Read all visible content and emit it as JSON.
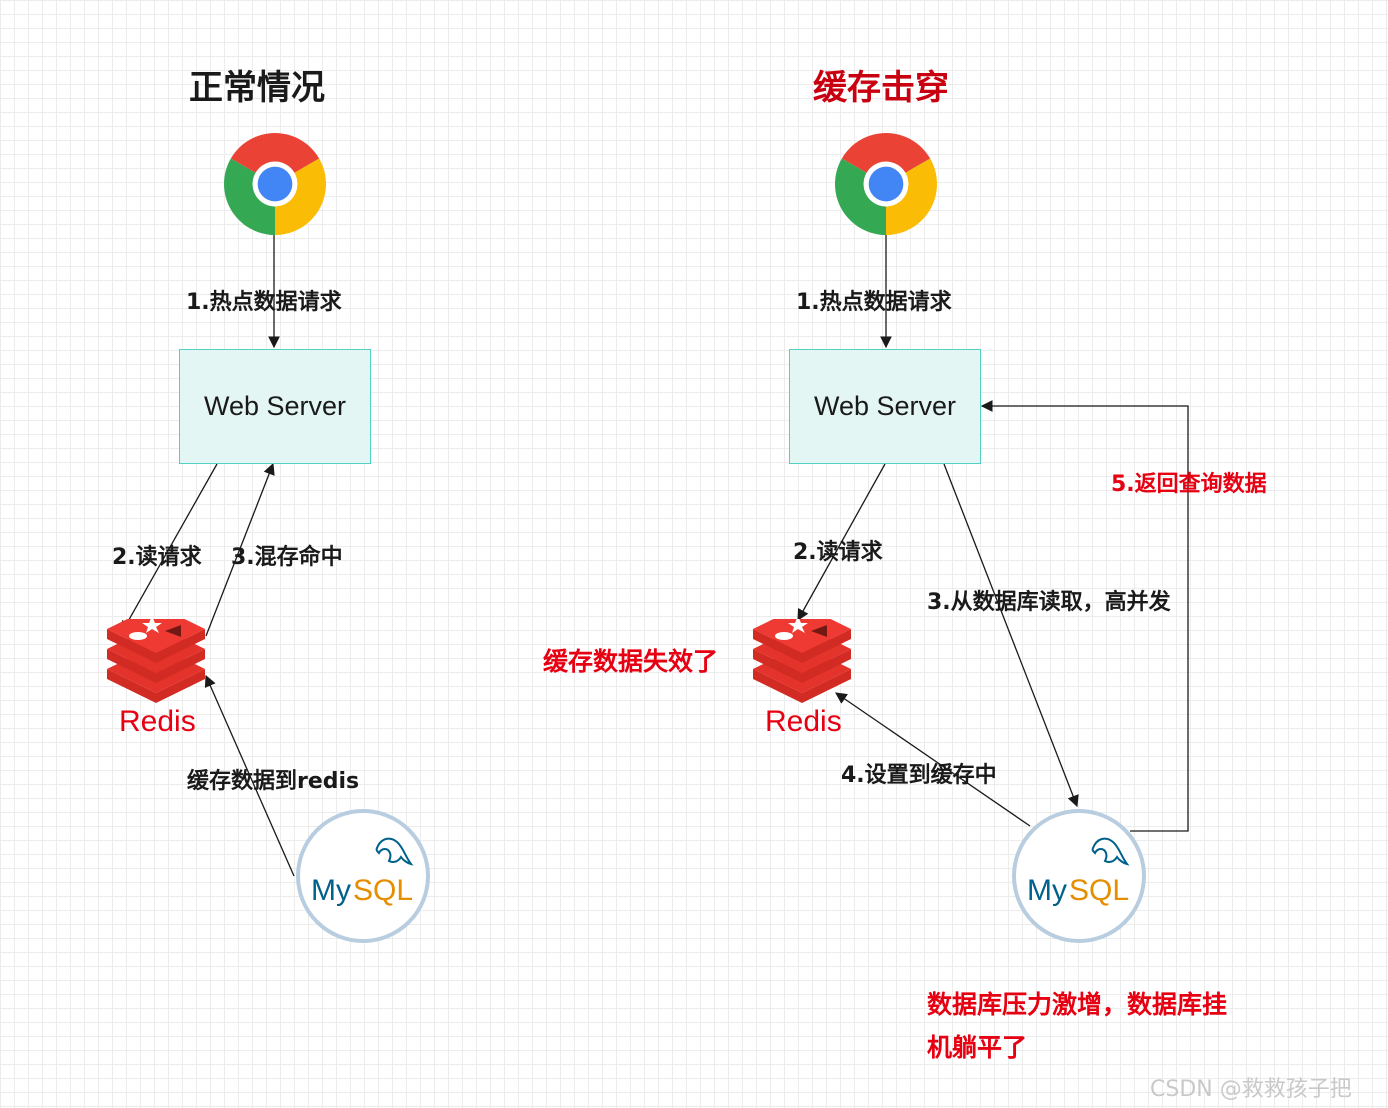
{
  "left": {
    "title": "正常情况",
    "step1": "1.热点数据请求",
    "server": "Web Server",
    "step2": "2.读请求",
    "step3": "3.混存命中",
    "redis": "Redis",
    "cache_label": "缓存数据到redis",
    "mysql_my": "My",
    "mysql_sql": "SQL"
  },
  "right": {
    "title": "缓存击穿",
    "step1": "1.热点数据请求",
    "server": "Web Server",
    "step2": "2.读请求",
    "step3": "3.从数据库读取，高并发",
    "step4": "4.设置到缓存中",
    "step5": "5.返回查询数据",
    "cache_invalid": "缓存数据失效了",
    "redis": "Redis",
    "mysql_my": "My",
    "mysql_sql": "SQL",
    "db_down_line1": "数据库压力激增，数据库挂",
    "db_down_line2": "机躺平了"
  },
  "watermark": "CSDN @救救孩子把",
  "colors": {
    "accent_red": "#e60012",
    "title_red": "#c8000f",
    "server_fill": "#e4f6f4",
    "server_border": "#52d0c2",
    "mysql_blue": "#00618a",
    "mysql_orange": "#e48e00"
  },
  "icons": [
    "chrome-icon",
    "redis-icon",
    "mysql-icon"
  ]
}
